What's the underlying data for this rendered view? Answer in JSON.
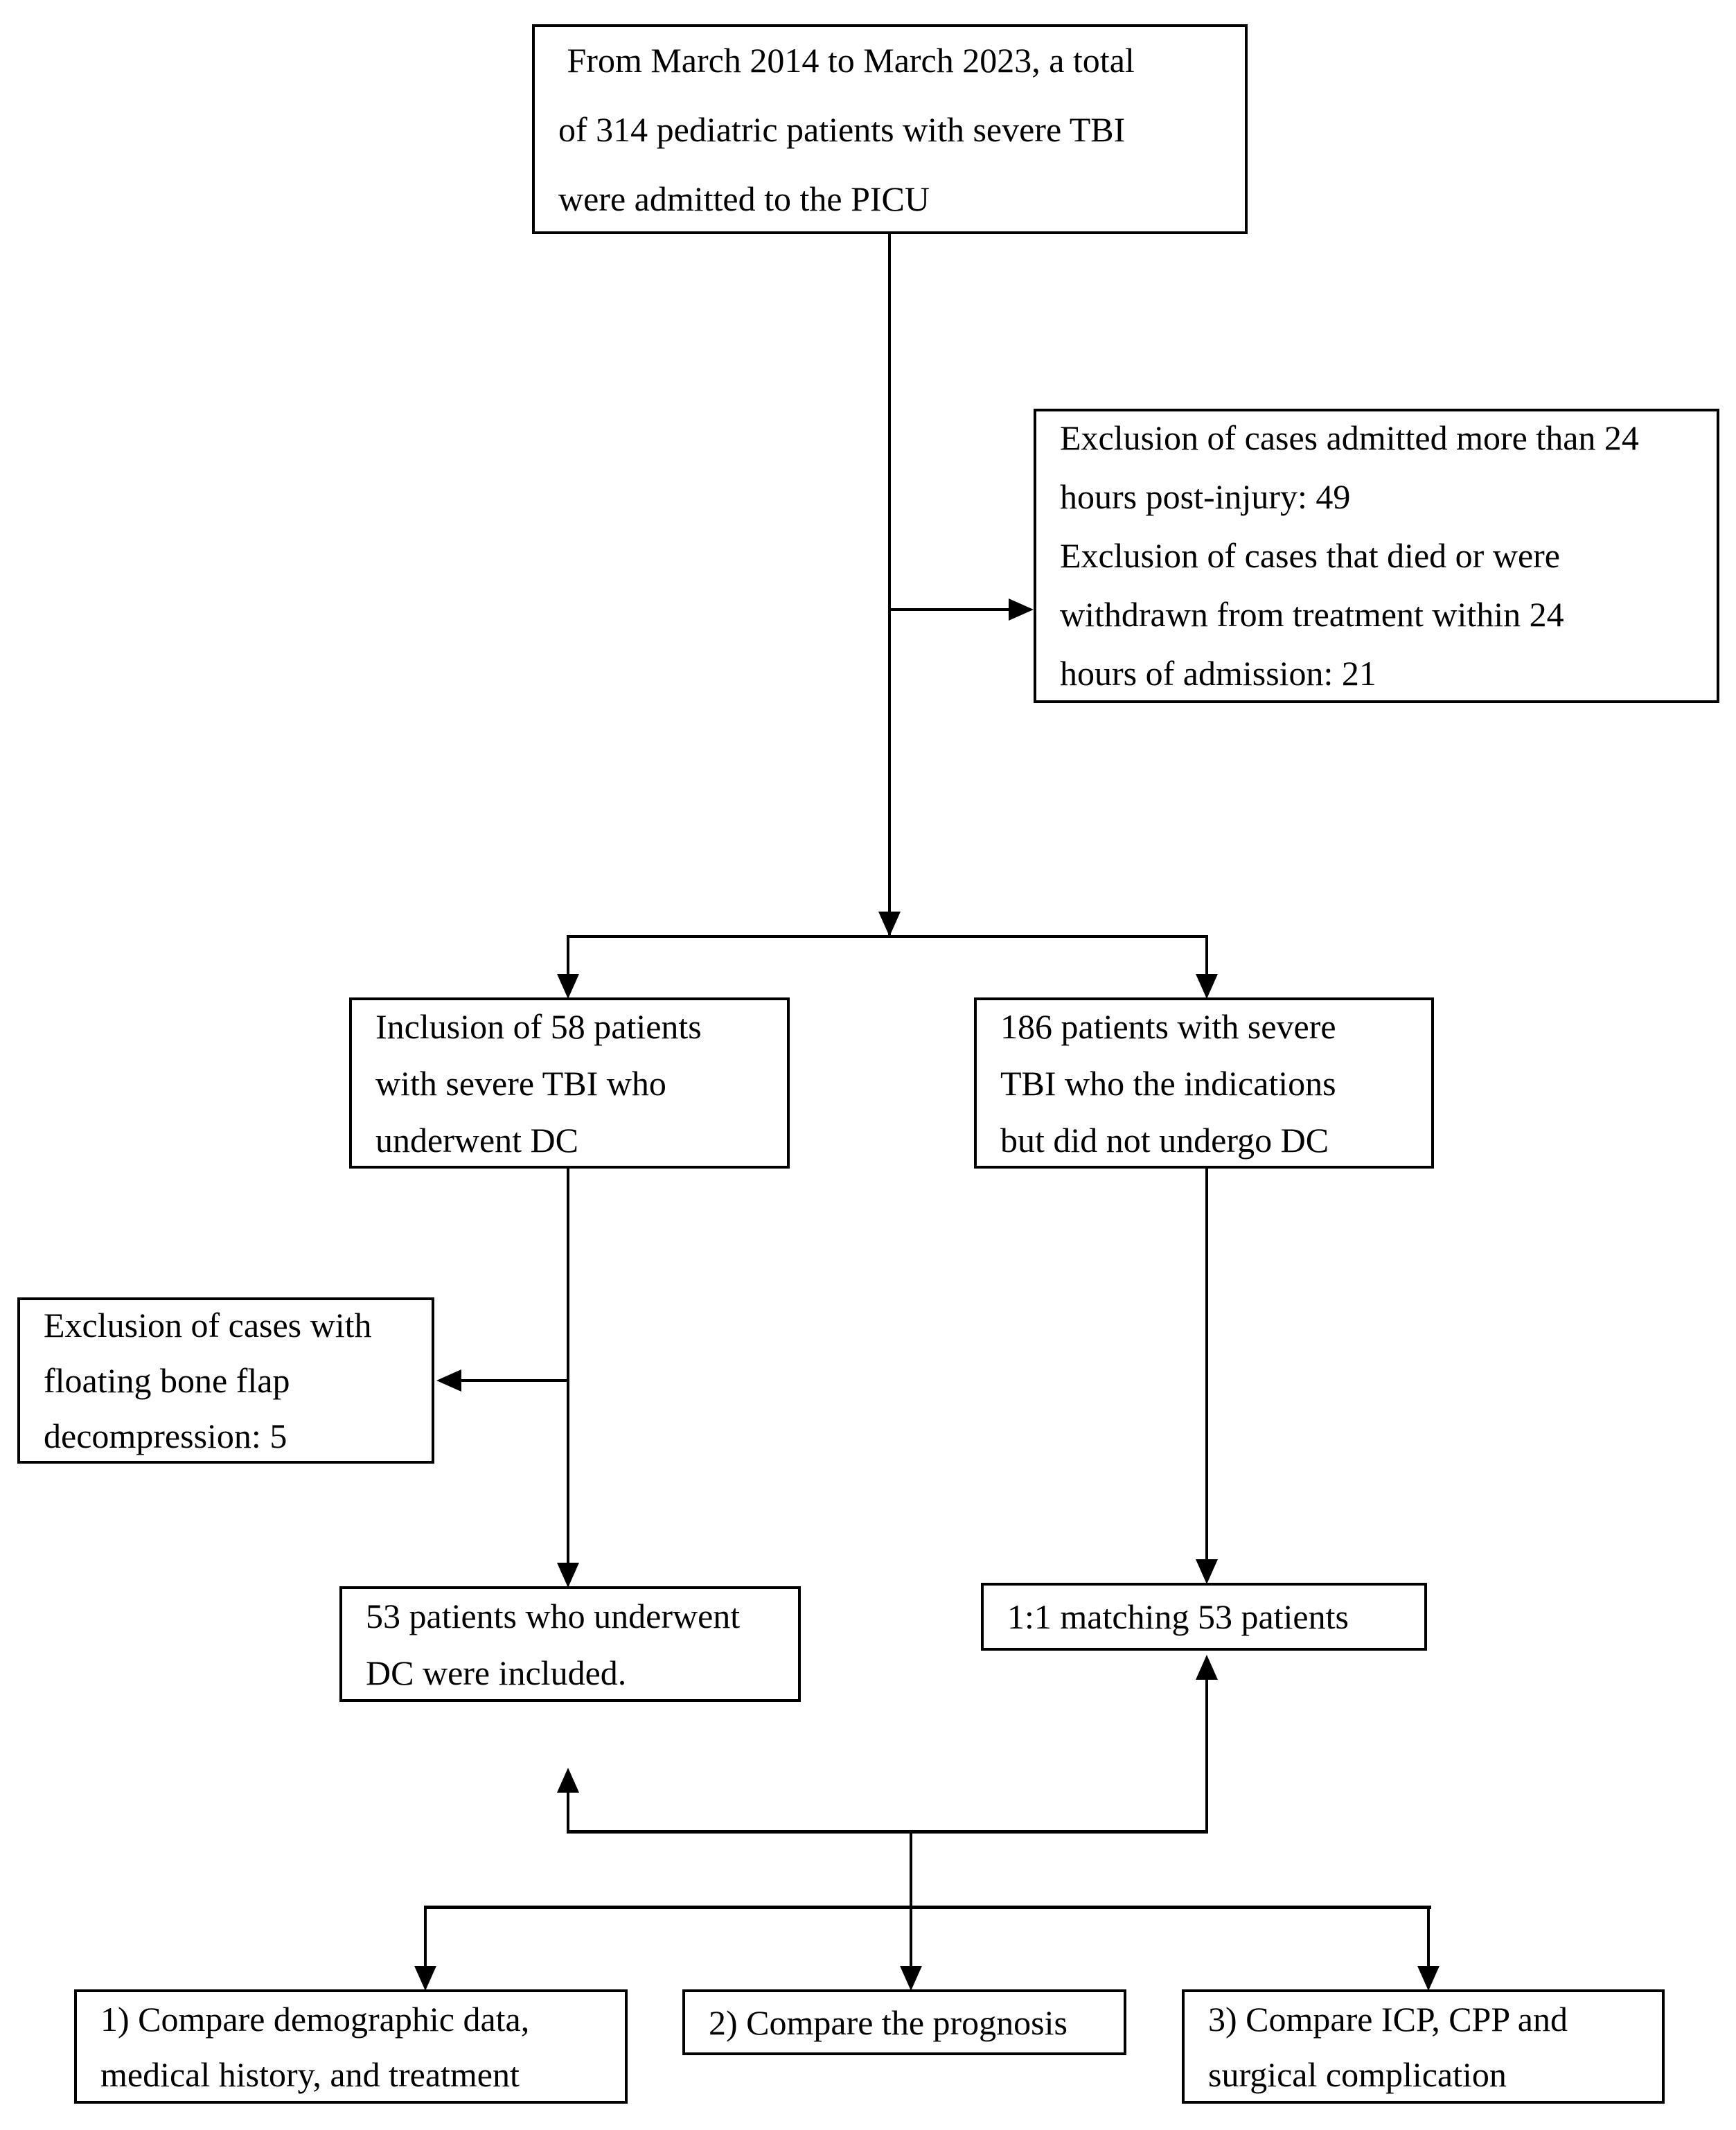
{
  "colors": {
    "background": "#ffffff",
    "line": "#000000",
    "text": "#000000"
  },
  "nodes": {
    "total": {
      "text": " From March 2014 to March 2023, a total\nof 314 pediatric patients with severe TBI\nwere admitted to the PICU"
    },
    "exclusion_24h": {
      "text": "Exclusion of cases admitted more than 24\nhours post-injury: 49\nExclusion of cases that died or were\nwithdrawn from treatment within 24\nhours of admission: 21"
    },
    "inclusion_dc": {
      "text": "Inclusion of 58 patients\nwith severe TBI who\nunderwent DC"
    },
    "no_dc": {
      "text": "186 patients with severe\nTBI who the indications\nbut did not undergo DC"
    },
    "exclusion_floating": {
      "text": "Exclusion of cases with\nfloating bone flap\ndecompression: 5"
    },
    "dc_included": {
      "text": "53 patients who underwent\nDC were included."
    },
    "matching": {
      "text": "1:1 matching 53 patients"
    },
    "compare_demographics": {
      "text": "1) Compare demographic data,\nmedical history, and treatment"
    },
    "compare_prognosis": {
      "text": "2) Compare the prognosis"
    },
    "compare_icp": {
      "text": "3) Compare ICP, CPP and\nsurgical complication"
    }
  }
}
